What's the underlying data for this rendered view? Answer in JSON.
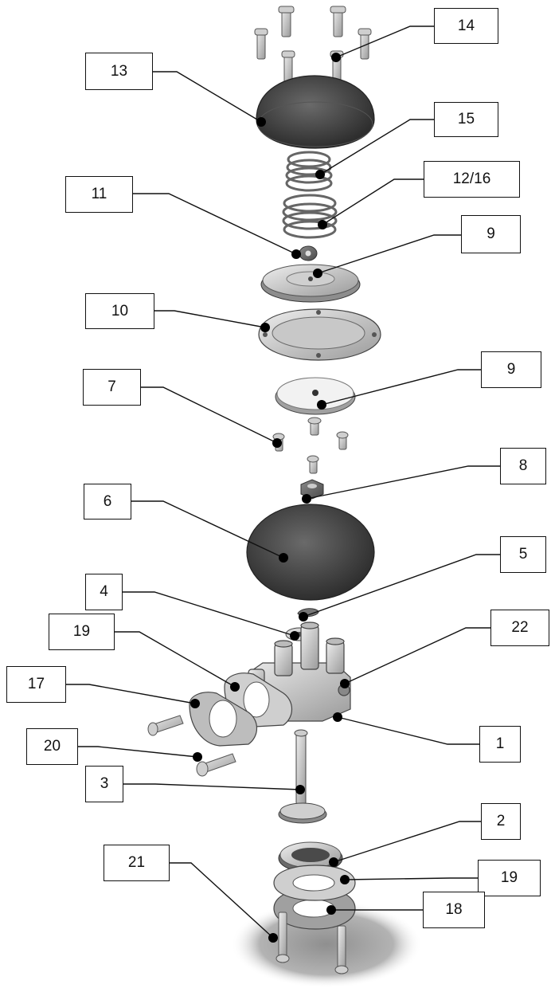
{
  "callouts": [
    {
      "id": "c14",
      "text": "14"
    },
    {
      "id": "c13",
      "text": "13"
    },
    {
      "id": "c15",
      "text": "15"
    },
    {
      "id": "c11",
      "text": "11"
    },
    {
      "id": "c1216",
      "text": "12/16"
    },
    {
      "id": "c9a",
      "text": "9"
    },
    {
      "id": "c10",
      "text": "10"
    },
    {
      "id": "c7",
      "text": "7"
    },
    {
      "id": "c9b",
      "text": "9"
    },
    {
      "id": "c8",
      "text": "8"
    },
    {
      "id": "c6",
      "text": "6"
    },
    {
      "id": "c5",
      "text": "5"
    },
    {
      "id": "c4",
      "text": "4"
    },
    {
      "id": "c19a",
      "text": "19"
    },
    {
      "id": "c22",
      "text": "22"
    },
    {
      "id": "c17",
      "text": "17"
    },
    {
      "id": "c1",
      "text": "1"
    },
    {
      "id": "c20",
      "text": "20"
    },
    {
      "id": "c3",
      "text": "3"
    },
    {
      "id": "c2",
      "text": "2"
    },
    {
      "id": "c21",
      "text": "21"
    },
    {
      "id": "c19b",
      "text": "19"
    },
    {
      "id": "c18",
      "text": "18"
    }
  ],
  "colors": {
    "ink": "#111111",
    "part_light": "#d4d4d4",
    "part_mid": "#a8a8a8",
    "part_dark": "#5f5f5f",
    "rubber": "#3e3e3e",
    "shadow": "#9a9a9a"
  }
}
